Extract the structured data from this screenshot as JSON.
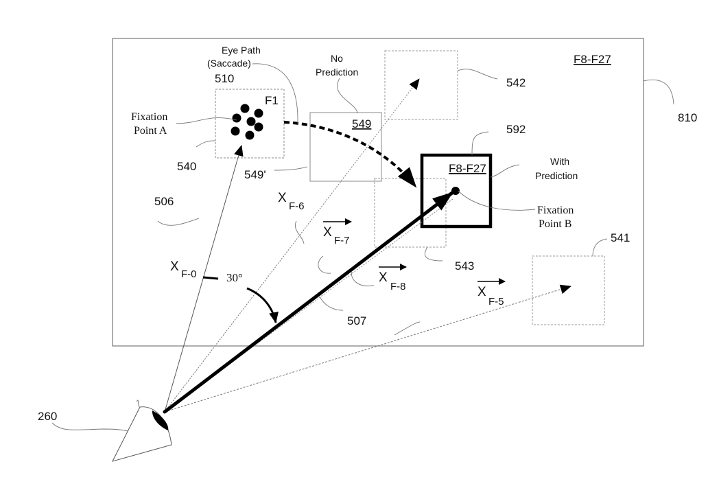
{
  "figure": {
    "display_label": "F8-F27",
    "display_ref": "810",
    "eye_ref": "260"
  },
  "labels": {
    "eye_path_line1": "Eye Path",
    "eye_path_line2": "(Saccade)",
    "eye_path_ref": "510",
    "fixation_a_line1": "Fixation",
    "fixation_a_line2": "Point A",
    "f1": "F1",
    "box_540": "540",
    "no_prediction_line1": "No",
    "no_prediction_line2": "Prediction",
    "box_549": "549",
    "box_549_prime": "549'",
    "box_542": "542",
    "box_592": "592",
    "box_592_label": "F8-F27",
    "with_prediction_line1": "With",
    "with_prediction_line2": "Prediction",
    "fixation_b_line1": "Fixation",
    "fixation_b_line2": "Point B",
    "box_543": "543",
    "box_541": "541",
    "ref_506": "506",
    "ref_507": "507",
    "angle": "30°"
  },
  "vectors": {
    "xf0": {
      "base": "X",
      "sub": "F-0"
    },
    "xf6": {
      "base": "X",
      "sub": "F-6"
    },
    "xf7": {
      "base": "X",
      "sub": "F-7"
    },
    "xf8": {
      "base": "X",
      "sub": "F-8"
    },
    "xf5": {
      "base": "X",
      "sub": "F-5"
    }
  }
}
